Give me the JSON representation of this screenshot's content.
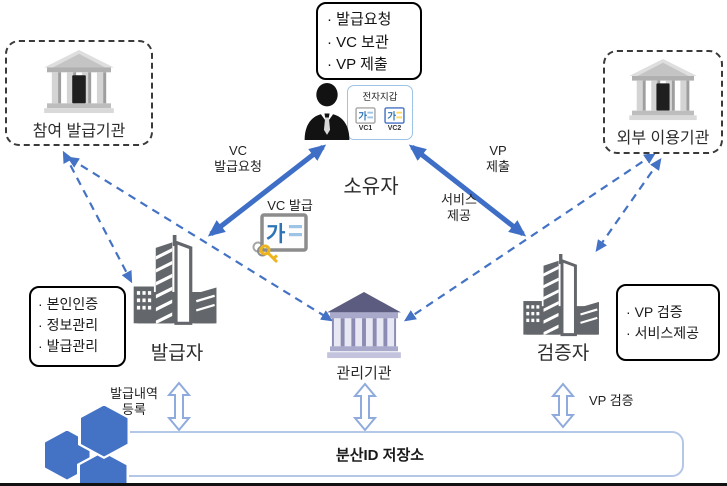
{
  "owner": {
    "label": "소유자",
    "functions": [
      "발급요청",
      "VC 보관",
      "VP 제출"
    ],
    "wallet": {
      "title": "전자지갑",
      "cards": [
        "VC1",
        "VC2"
      ]
    }
  },
  "credential": {
    "glyph": "가"
  },
  "participant_org": {
    "label": "참여 발급기관"
  },
  "external_org": {
    "label": "외부 이용기관"
  },
  "issuer": {
    "label": "발급자",
    "functions": [
      "본인인증",
      "정보관리",
      "발급관리"
    ]
  },
  "authority": {
    "label": "관리기관"
  },
  "verifier": {
    "label": "검증자",
    "functions": [
      "VP 검증",
      "서비스제공"
    ]
  },
  "storage": {
    "label": "분산ID 저장소"
  },
  "edges": {
    "vc_request": {
      "line1": "VC",
      "line2": "발급요청"
    },
    "vc_issue": {
      "label": "VC 발급"
    },
    "vp_submit": {
      "line1": "VP",
      "line2": "제출"
    },
    "service_provide": {
      "line1": "서비스",
      "line2": "제공"
    },
    "register_history": {
      "line1": "발급내역",
      "line2": "등록"
    },
    "vp_verify": {
      "label": "VP 검증"
    }
  },
  "colors": {
    "arrow_solid": "#3e6ec6",
    "arrow_dashed": "#4472c4",
    "hexagon": "#4472c4",
    "storage_border": "#b4c7e7",
    "block_arrow_stroke": "#8faadc",
    "building_gray": "#63666a",
    "authority_roof": "#5c5c80"
  }
}
